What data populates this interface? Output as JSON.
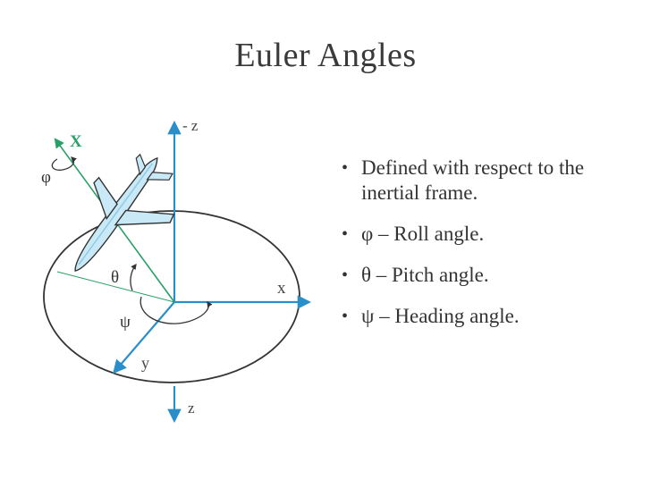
{
  "slide": {
    "title": "Euler Angles",
    "bullets": [
      "Defined with respect to the inertial frame.",
      "φ – Roll angle.",
      "θ – Pitch angle.",
      "ψ – Heading angle."
    ]
  },
  "diagram": {
    "axis_minus_z": "- z",
    "axis_z": "z",
    "axis_x": "x",
    "axis_y": "y",
    "axis_X": "X",
    "label_phi": "φ",
    "label_theta": "θ",
    "label_psi": "ψ",
    "colors": {
      "axis_blue": "#2a8fc8",
      "body_axis_green": "#2aa068",
      "aircraft_fill": "#c9e9f6",
      "outline": "#333333"
    }
  }
}
